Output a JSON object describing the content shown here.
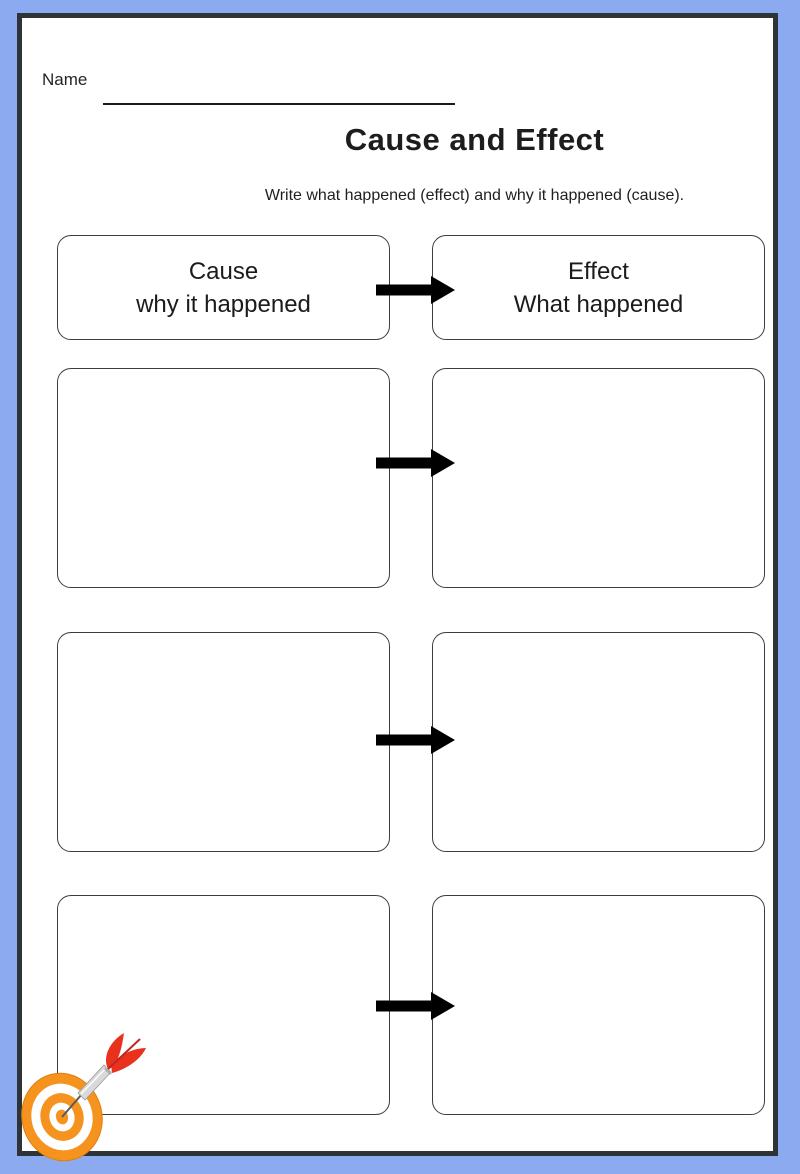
{
  "header": {
    "name_label": "Name",
    "title": "Cause and Effect",
    "instructions": "Write what happened (effect) and why it happened (cause)."
  },
  "column_headers": {
    "cause_line1": "Cause",
    "cause_line2": "why it happened",
    "effect_line1": "Effect",
    "effect_line2": "What happened"
  },
  "rows": [
    {
      "cause_text": "",
      "effect_text": ""
    },
    {
      "cause_text": "",
      "effect_text": ""
    },
    {
      "cause_text": "",
      "effect_text": ""
    }
  ],
  "icons": {
    "arrow": "right-block-arrow",
    "dartboard": "dartboard-with-dart"
  },
  "colors": {
    "frame_blue": "#8caaf0",
    "frame_dark": "#2e3338",
    "box_border": "#3d3d3d",
    "arrow_black": "#000000",
    "target_orange": "#f6921e",
    "dart_red": "#e8321e",
    "text": "#1d1d1d"
  }
}
